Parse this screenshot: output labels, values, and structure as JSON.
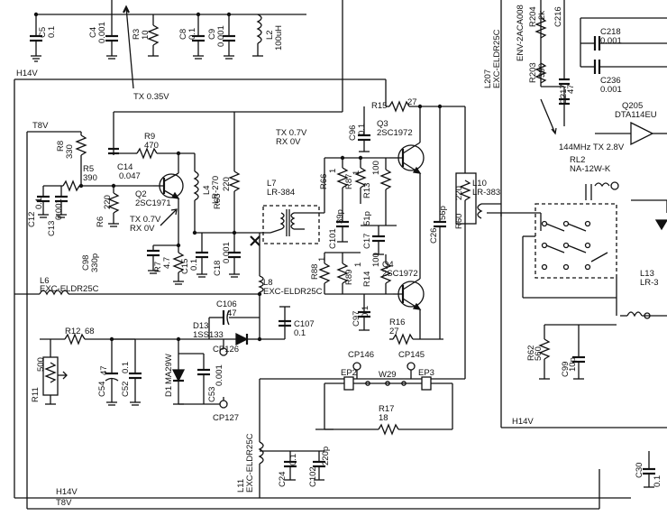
{
  "labels": {
    "c5": "C5",
    "c5v": "0.1",
    "c4": "C4",
    "c4v": "0.001",
    "r3": "R3",
    "r3v": "10",
    "c8": "C8",
    "c8v": "0.1",
    "c9": "C9",
    "c9v": "0.001",
    "l2": "L2",
    "l2v": "100uH",
    "h14v_top": "H14V",
    "tx035": "TX 0.35V",
    "t8v_left": "T8V",
    "r8": "R8",
    "r8v": "330",
    "r9": "R9",
    "r9v": "470",
    "c14": "C14",
    "c14v": "0.047",
    "r5": "R5",
    "r5v": "390",
    "r6": "R6",
    "r6v": "220",
    "c12": "C12",
    "c12v": "0.1",
    "c13": "C13",
    "c13v": "0.001",
    "q2": "Q2",
    "q2v": "2SC1971",
    "l4": "L4",
    "l4v": "LR-270",
    "r63": "R63",
    "r63v": "220",
    "tx07_q2": "TX 0.7V",
    "rx0_q2": "RX 0V",
    "c98": "C98",
    "c98v": "330p",
    "r7": "R7",
    "r7v": "4.7",
    "c15": "C15",
    "c15v": "0.1",
    "c18": "C18",
    "c18v": "0.001",
    "l6": "L6",
    "l6v": "EXC-ELDR25C",
    "l8": "L8",
    "l8v": "EXC-ELDR25C",
    "l7": "L7",
    "l7v": "LR-384",
    "tx07_q3": "TX 0.7V",
    "rx0_q3": "RX 0V",
    "r15": "R15",
    "r15v": "27",
    "q3": "Q3",
    "q3v": "2SC1972",
    "c96": "C96",
    "c96v": "0.1",
    "r66": "R66",
    "r66v": "1",
    "r87": "R87",
    "r87v": "1",
    "r13": "R13",
    "r13v": "100",
    "c101": "C101",
    "c101v": "39p",
    "c17": "C17",
    "c17v": "51p",
    "r14": "R14",
    "r14v": "100",
    "r88": "R88",
    "r88v": "1",
    "r89": "R89",
    "r89v": "1",
    "q4": "Q4",
    "q4v": "2SC1972",
    "c26": "C26",
    "c26v": "56p",
    "r60": "R60",
    "r60v": "220",
    "l10": "L10",
    "l10v": "LR-383",
    "c97": "C97",
    "c97v": "0.1",
    "r16": "R16",
    "r16v": "27",
    "l207": "L207",
    "l207v": "EXC-ELDR25C",
    "env": "ENV-2ACA008",
    "r204": "R204",
    "r204v": "2k",
    "c216": "C216",
    "c218": "C218",
    "c218v": "0.001",
    "r203": "R203",
    "r203v": "390",
    "c217": "C217",
    "c217v": "47",
    "c236": "C236",
    "c236v": "0.001",
    "q205": "Q205",
    "q205v": "DTA114EU",
    "tx144": "144MHz TX 2.8V",
    "rl2": "RL2",
    "rl2v": "NA-12W-K",
    "l13": "L13",
    "l13v": "LR-3",
    "r62": "R62",
    "r62v": "560",
    "c99": "C99",
    "c99v": "10p",
    "c106": "C106",
    "c106v": "47",
    "d13": "D13",
    "d13v": "1SS133",
    "c107": "C107",
    "c107v": "0.1",
    "cp126": "CP126",
    "r12": "R12",
    "r12v": "68",
    "r11": "R11",
    "r11v": "500",
    "c54": "C54",
    "c54v": "47",
    "c52": "C52",
    "c52v": "0.1",
    "d1": "D1",
    "d1v": "MA29W",
    "c53": "C53",
    "c53v": "0.001",
    "cp127": "CP127",
    "cp146": "CP146",
    "cp145": "CP145",
    "ep2": "EP2",
    "w29": "W29",
    "ep3": "EP3",
    "r17": "R17",
    "r17v": "18",
    "l11": "L11",
    "l11v": "EXC-ELDR25C",
    "c24": "C24",
    "c24v": "0.1",
    "c102": "C102",
    "c102v": "220p",
    "h14v_mid": "H14V",
    "h14v_bottom": "H14V",
    "t8v_bottom": "T8V",
    "c30": "C30",
    "c30v": "0.1"
  }
}
